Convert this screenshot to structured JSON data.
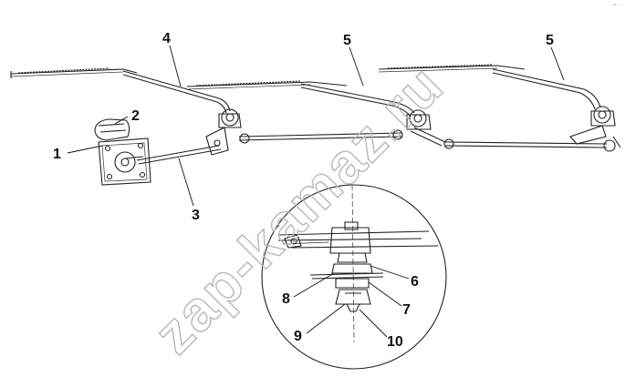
{
  "labels": {
    "l1": "1",
    "l2": "2",
    "l3": "3",
    "l4": "4",
    "l5a": "5",
    "l5b": "5",
    "l6": "6",
    "l7": "7",
    "l8": "8",
    "l9": "9",
    "l10": "10"
  },
  "watermark": "zap-kamaz.ru",
  "corner_mark": "ᵃᵖ ···",
  "colors": {
    "ink": "#222222",
    "watermark": "#b8b8b8",
    "background": "#ffffff"
  }
}
